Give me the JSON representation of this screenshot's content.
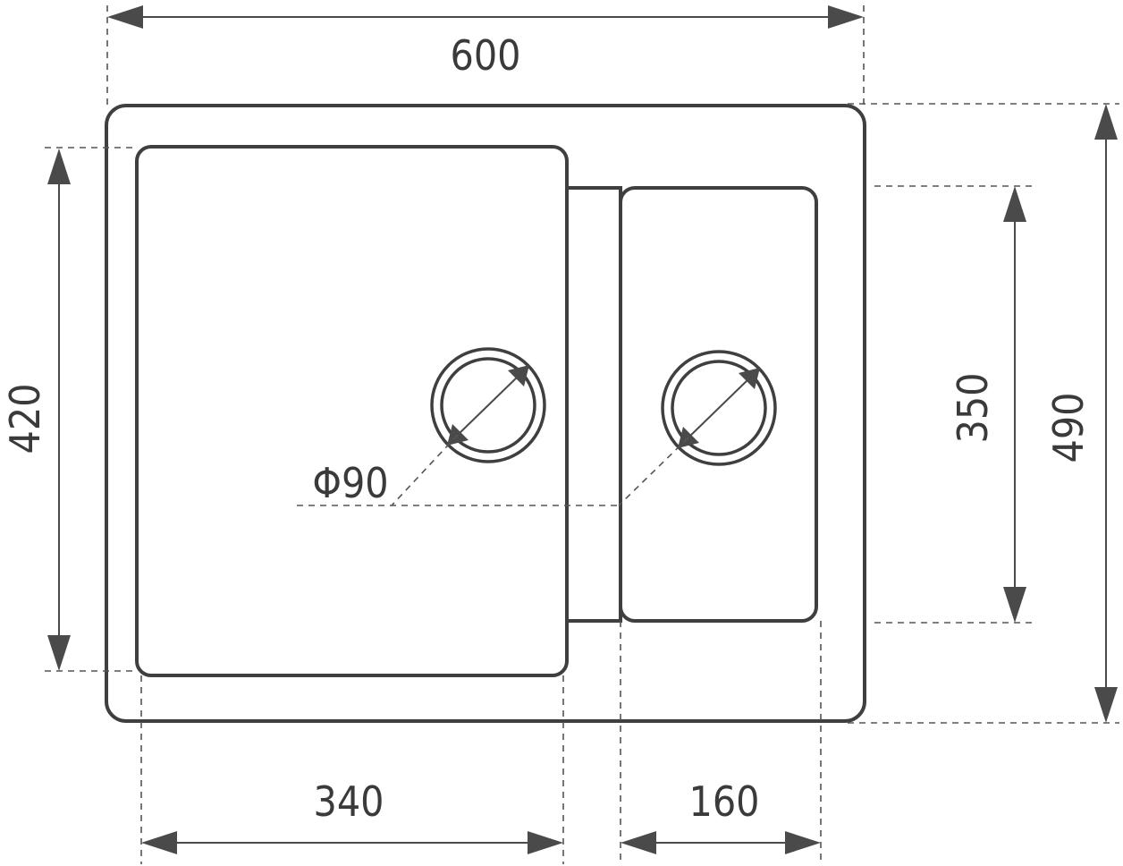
{
  "diagram": {
    "type": "technical-drawing",
    "subject": "double-bowl kitchen sink, top view",
    "units": "mm",
    "dimensions": {
      "overall_width": "600",
      "overall_depth": "490",
      "main_bowl_width": "340",
      "main_bowl_depth": "420",
      "secondary_bowl_width": "160",
      "secondary_bowl_depth": "350",
      "drain_diameter": "Φ90"
    },
    "colors": {
      "line": "#3f3f3f",
      "dimension": "#4a4a4a",
      "background": "#ffffff"
    }
  }
}
